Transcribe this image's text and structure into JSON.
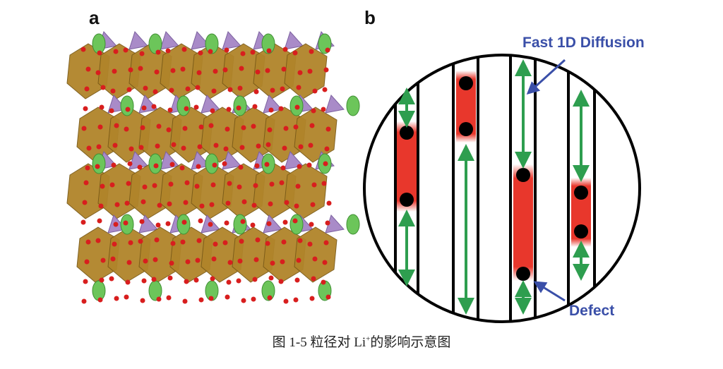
{
  "panels": {
    "a": "a",
    "b": "b"
  },
  "diagram": {
    "annotation_top": "Fast 1D Diffusion",
    "annotation_bottom": "Defect",
    "colors": {
      "arrow": "#2e9e4f",
      "defect": "#e8372c",
      "annotation": "#3a4fa8",
      "octahedra": "#b0842a",
      "tetrahedra": "#a98bc8",
      "oxygen": "#d81e1e",
      "lithium": "#6cc55a"
    }
  },
  "caption": {
    "prefix": "图 1-5  粒径对 Li",
    "sup": "+",
    "suffix": "的影响示意图"
  }
}
